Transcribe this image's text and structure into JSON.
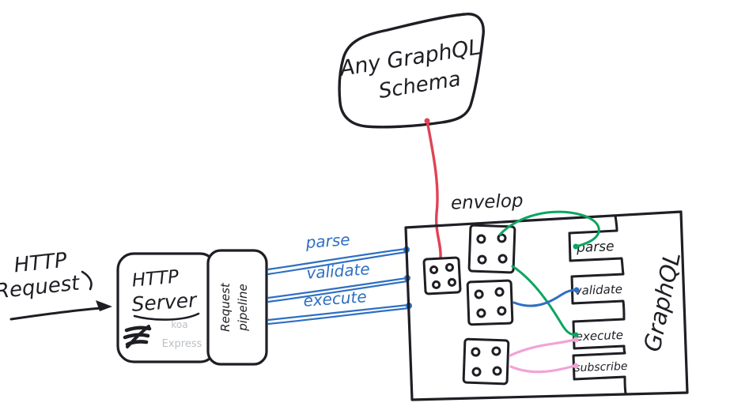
{
  "colors": {
    "ink": "#1e1e24",
    "blue": "#2e6fc3",
    "green": "#0ca55f",
    "pink": "#f2a3d6",
    "red": "#e04355",
    "muted": "#bcc0c6"
  },
  "schema": {
    "line1": "Any GraphQL",
    "line2": "Schema"
  },
  "request": {
    "line1": "HTTP",
    "line2": "Request"
  },
  "server": {
    "title_line1": "HTTP",
    "title_line2": "Server",
    "koa": "koa",
    "express": "Express"
  },
  "pipeline": {
    "line1": "Request",
    "line2": "pipeline"
  },
  "flows": {
    "parse": "parse",
    "validate": "validate",
    "execute": "execute"
  },
  "envelop": {
    "label": "envelop"
  },
  "tabs": {
    "parse": "parse",
    "validate": "validate",
    "execute": "execute",
    "subscribe": "subscribe"
  },
  "graphql": {
    "label": "GraphQL"
  }
}
